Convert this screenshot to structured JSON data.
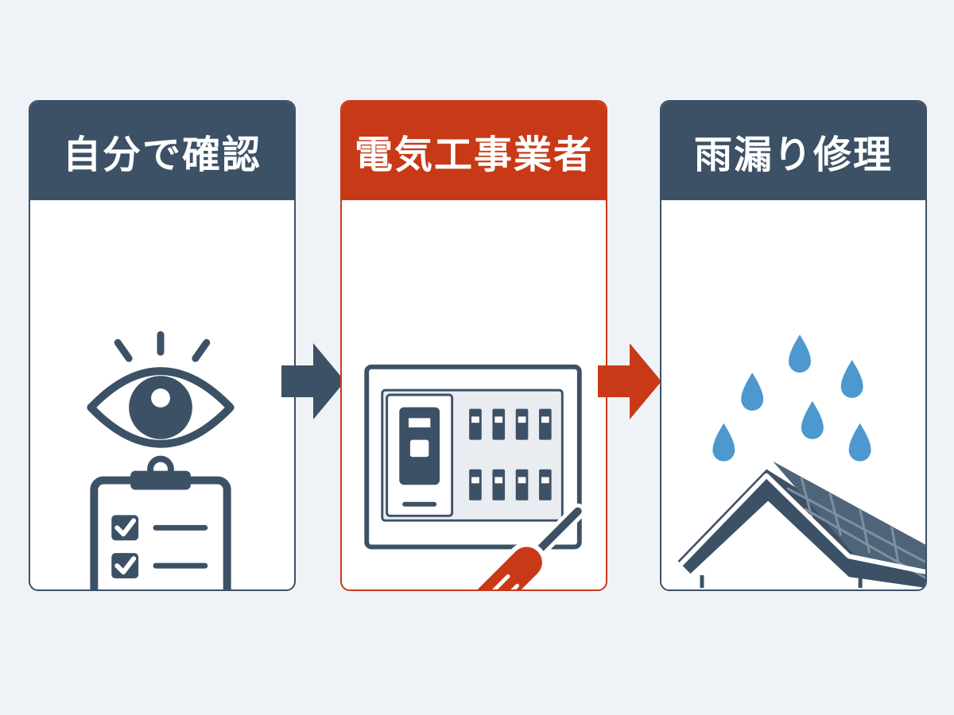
{
  "steps": [
    {
      "label": "自分で確認",
      "icon": "eye-checklist-icon",
      "color": "#3d5166"
    },
    {
      "label": "電気工事業者",
      "icon": "breaker-panel-screwdriver-icon",
      "color": "#c83a17"
    },
    {
      "label": "雨漏り修理",
      "icon": "roof-rain-icon",
      "color": "#3d5166"
    }
  ],
  "arrows": [
    {
      "from": "自分で確認",
      "to": "電気工事業者",
      "color": "#3d5166"
    },
    {
      "from": "電気工事業者",
      "to": "雨漏り修理",
      "color": "#c83a17"
    }
  ],
  "colors": {
    "navy": "#3d5166",
    "accent": "#c83a17",
    "rain": "#4d98cf",
    "background": "#eff3f7"
  }
}
